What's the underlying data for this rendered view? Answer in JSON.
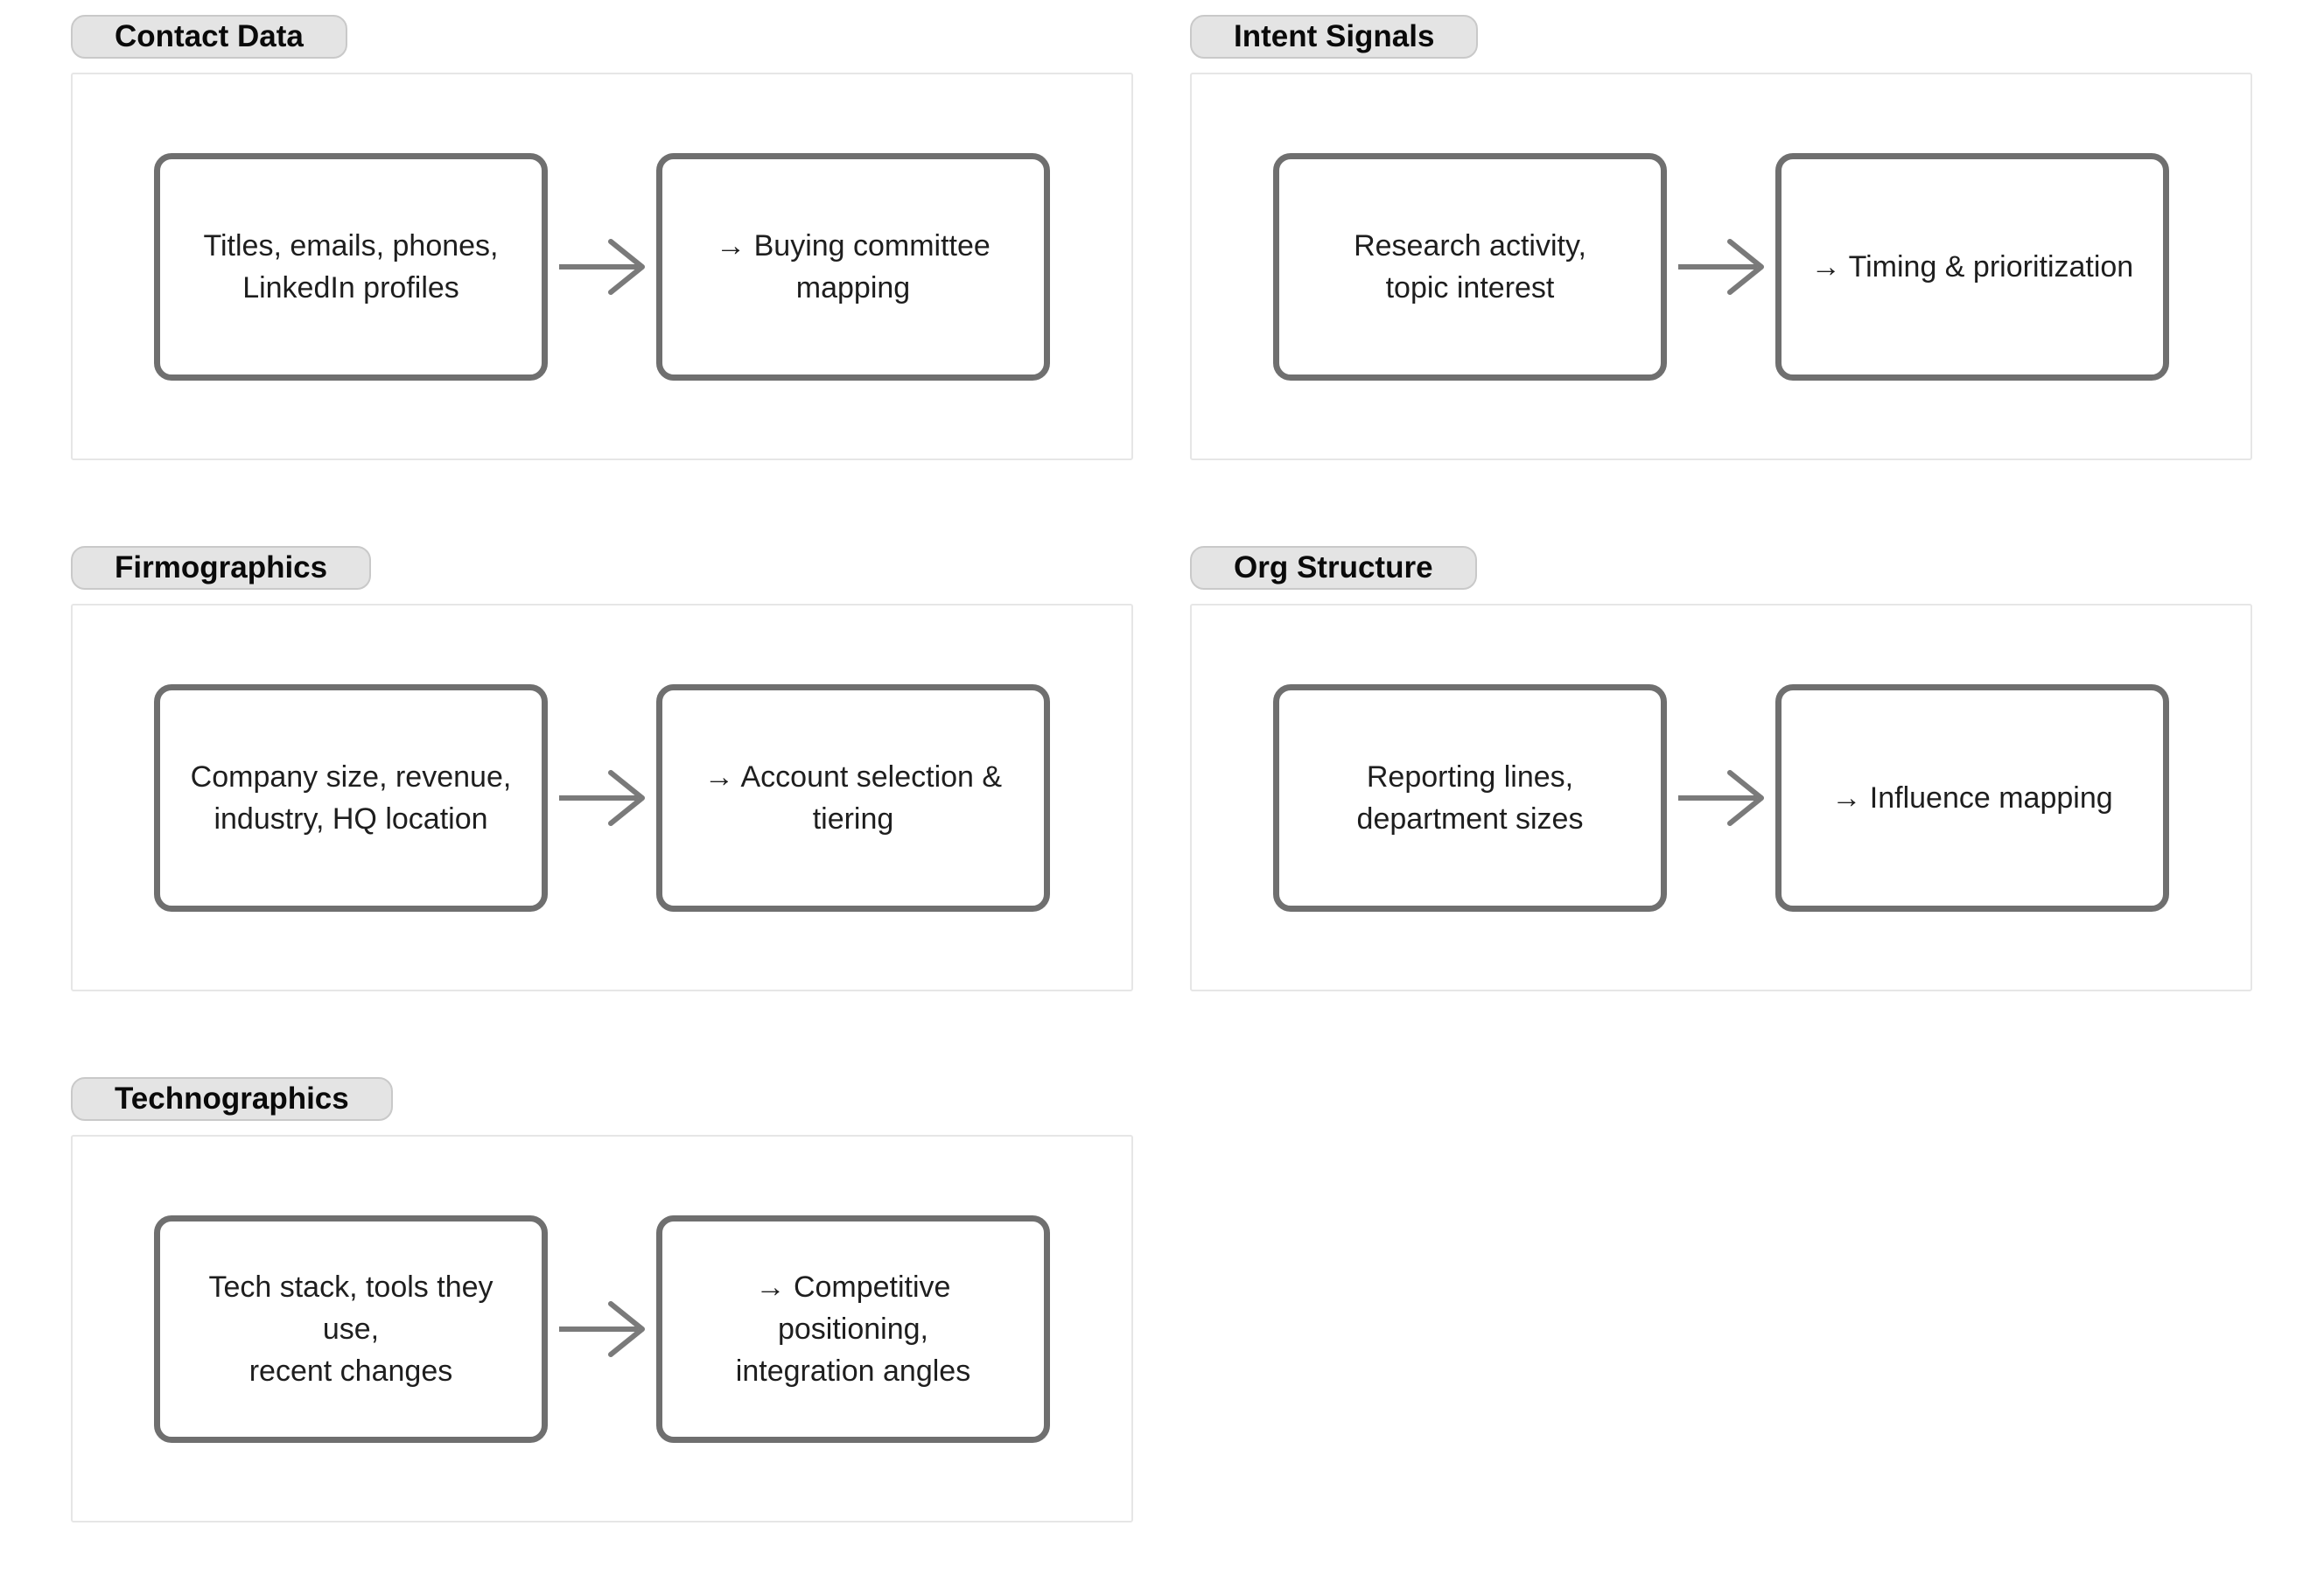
{
  "colors": {
    "box_border": "#6f6f6f",
    "arrow": "#7a7a7a",
    "pill_bg": "#e4e4e4",
    "pill_border": "#c9c9c9",
    "panel_border": "#e6e6e6",
    "text": "#1e1e1e",
    "pill_text": "#0a0a0a",
    "page_bg": "#ffffff"
  },
  "sections": [
    {
      "label": "Contact Data",
      "source": [
        "Titles, emails, phones,",
        "LinkedIn profiles"
      ],
      "outcome": [
        "→ Buying committee",
        "mapping"
      ]
    },
    {
      "label": "Intent Signals",
      "source": [
        "Research activity,",
        "topic interest"
      ],
      "outcome": [
        "→ Timing & prioritization"
      ]
    },
    {
      "label": "Firmographics",
      "source": [
        "Company size, revenue,",
        "industry, HQ location"
      ],
      "outcome": [
        "→ Account selection &",
        "tiering"
      ]
    },
    {
      "label": "Org Structure",
      "source": [
        "Reporting lines,",
        "department sizes"
      ],
      "outcome": [
        "→ Influence mapping"
      ]
    },
    {
      "label": "Technographics",
      "source": [
        "Tech stack, tools they",
        "use,",
        "recent changes"
      ],
      "outcome": [
        "→ Competitive",
        "positioning,",
        "integration angles"
      ]
    }
  ]
}
